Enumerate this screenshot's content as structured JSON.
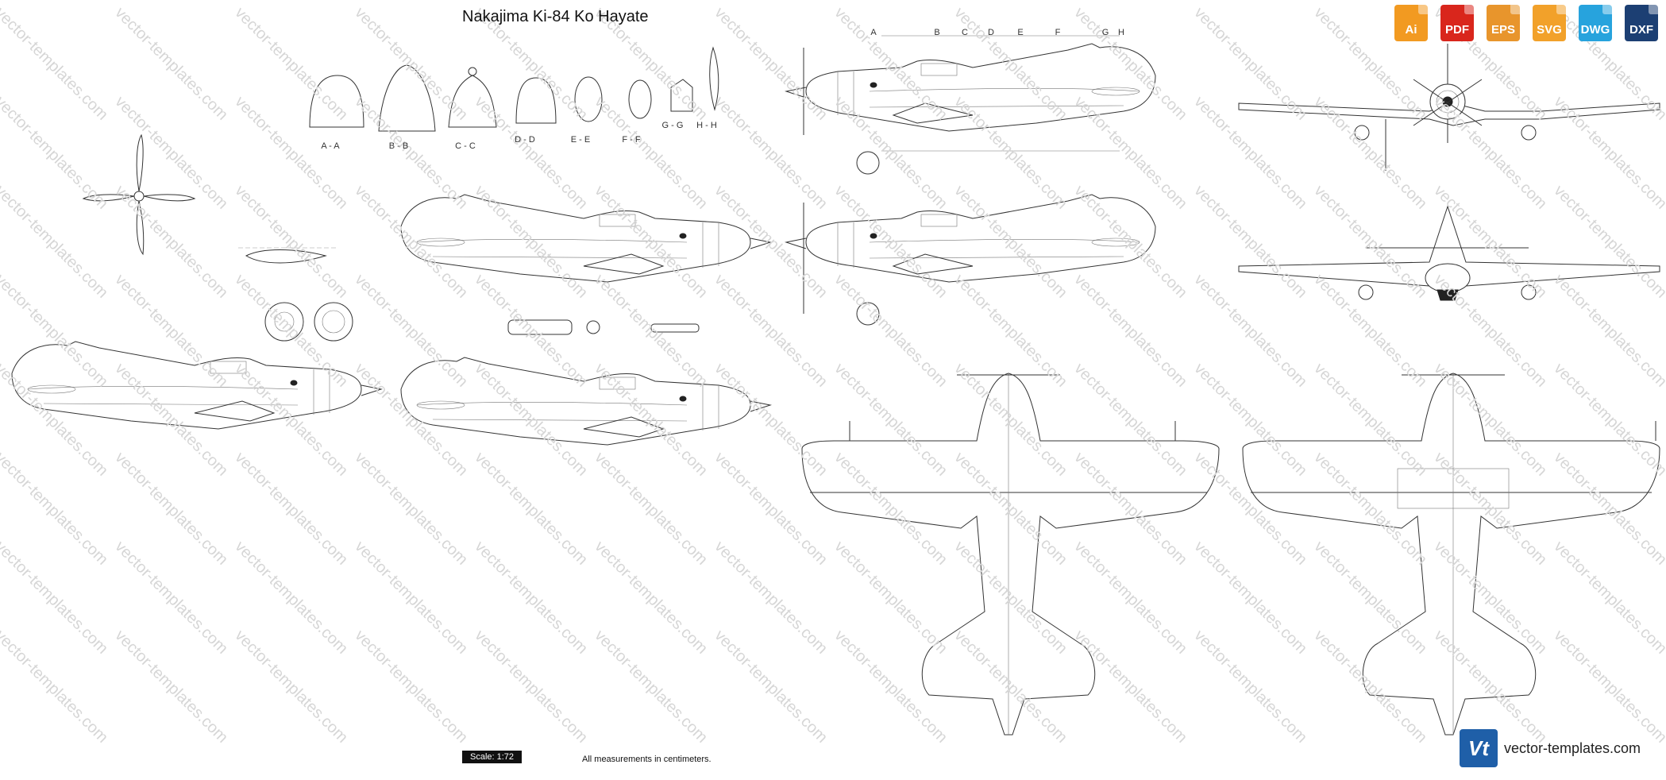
{
  "title": "Nakajima Ki-84 Ko Hayate",
  "watermark": "vector-templates.com",
  "section_labels": [
    "A - A",
    "B - B",
    "C - C",
    "D - D",
    "E - E",
    "F - F",
    "G - G",
    "H - H"
  ],
  "station_letters": [
    "A",
    "B",
    "C",
    "D",
    "E",
    "F",
    "G",
    "H"
  ],
  "scale_label": "Scale: 1:72",
  "measurement_note": "All measurements in centimeters.",
  "formats": [
    {
      "label": "Ai",
      "color": "#f29a21"
    },
    {
      "label": "PDF",
      "color": "#d9261c"
    },
    {
      "label": "EPS",
      "color": "#e8952c"
    },
    {
      "label": "SVG",
      "color": "#f2a12a"
    },
    {
      "label": "DWG",
      "color": "#27a3dd"
    },
    {
      "label": "DXF",
      "color": "#1c3f73"
    }
  ],
  "brand": {
    "logo": "Vt",
    "name": "vector-templates.com"
  }
}
